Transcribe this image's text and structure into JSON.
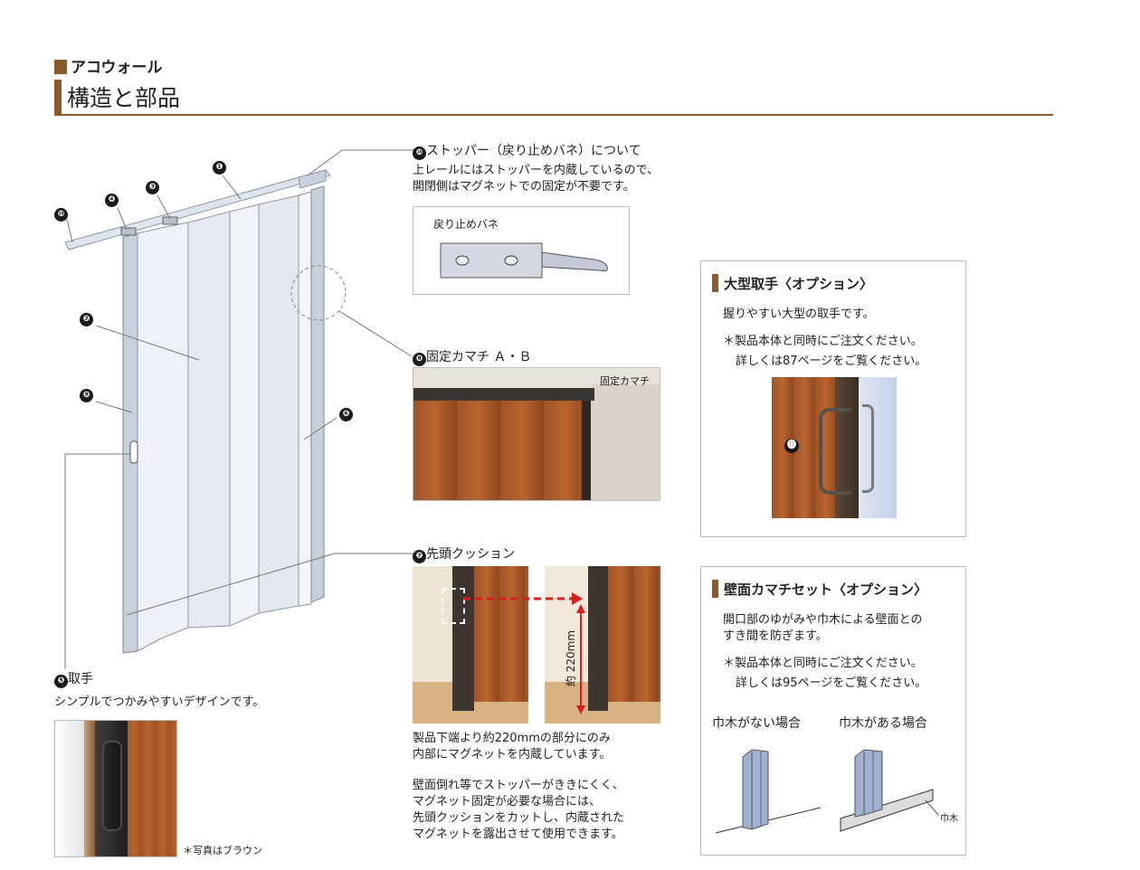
{
  "header": {
    "series_title": "アコウォール",
    "page_title": "構造と部品"
  },
  "door_callouts": {
    "n1": "❶",
    "n2": "❷",
    "n3": "❸",
    "n4": "❹",
    "n6": "❻",
    "n9": "❾",
    "n10": "❿"
  },
  "handle": {
    "num": "❺",
    "title": "取手",
    "description": "シンプルでつかみやすいデザインです。",
    "photo_note": "＊写真はブラウン"
  },
  "stopper": {
    "num": "❿",
    "title": "ストッパー（戻り止めバネ）について",
    "line1": "上レールにはストッパーを内蔵しているので、",
    "line2": "開閉側はマグネットでの固定が不要です。",
    "diagram_label": "戻り止めバネ"
  },
  "fixed_stile": {
    "num": "❽",
    "title": "固定カマチ Ａ・Ｂ",
    "photo_label": "固定カマチ"
  },
  "cushion": {
    "num": "❼",
    "title": "先頭クッション",
    "dimension": "約 220mm",
    "desc1": "製品下端より約220mmの部分にのみ",
    "desc2": "内部にマグネットを内蔵しています。",
    "note1": "壁面倒れ等でストッパーがききにくく、",
    "note2": "マグネット固定が必要な場合には、",
    "note3": "先頭クッションをカットし、内蔵された",
    "note4": "マグネットを露出させて使用できます。"
  },
  "large_handle": {
    "title": "大型取手〈オプション〉",
    "desc": "握りやすい大型の取手です。",
    "note1": "＊製品本体と同時にご注文ください。",
    "note2": "詳しくは87ページをご覧ください。",
    "num": "⓫"
  },
  "wall_stile": {
    "title": "壁面カマチセット〈オプション〉",
    "desc1": "開口部のゆがみや巾木による壁面との",
    "desc2": "すき間を防ぎます。",
    "note1": "＊製品本体と同時にご注文ください。",
    "note2": "詳しくは95ページをご覧ください。",
    "case_without": "巾木がない場合",
    "case_with": "巾木がある場合",
    "baseboard_label": "巾木"
  },
  "colors": {
    "accent": "#8a5a2b",
    "wood": "#a5572a",
    "panel_blue": "#9fb0d0",
    "magnet_red": "#d81e1e"
  }
}
